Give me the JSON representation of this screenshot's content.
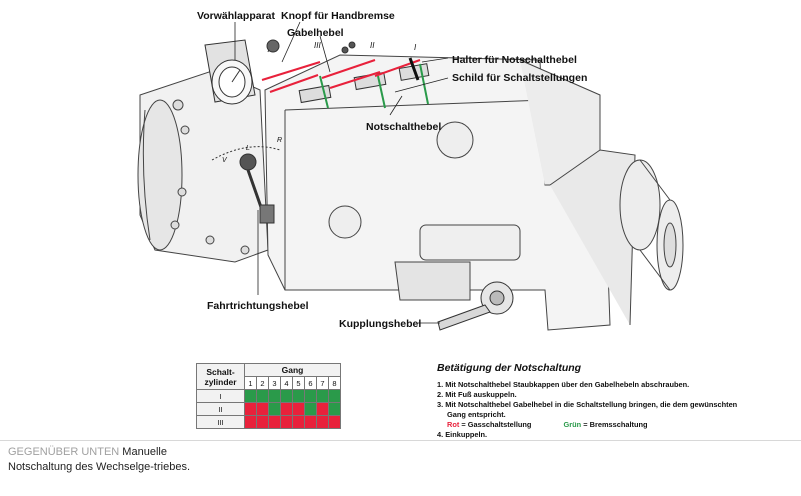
{
  "labels": {
    "vorwaehlapparat": "Vorwählapparat",
    "knopf_handbremse": "Knopf für Handbremse",
    "gabelhebel": "Gabelhebel",
    "halter": "Halter für Notschalthebel",
    "schild": "Schild für Schaltstellungen",
    "notschalthebel": "Notschalthebel",
    "fahrtrichtungshebel": "Fahrtrichtungshebel",
    "kupplungshebel": "Kupplungshebel"
  },
  "fork_marks": [
    "III",
    "II",
    "I"
  ],
  "lever_marks": [
    "V",
    "L",
    "R"
  ],
  "table": {
    "row_header": "Schalt-\nzylinder",
    "col_group": "Gang",
    "gears": [
      "1",
      "2",
      "3",
      "4",
      "5",
      "6",
      "7",
      "8"
    ],
    "rows": [
      {
        "label": "I",
        "cells": [
          "g",
          "g",
          "g",
          "g",
          "g",
          "g",
          "g",
          "g"
        ]
      },
      {
        "label": "II",
        "cells": [
          "r",
          "r",
          "g",
          "r",
          "r",
          "g",
          "r",
          "g"
        ]
      },
      {
        "label": "III",
        "cells": [
          "r",
          "r",
          "r",
          "r",
          "r",
          "r",
          "r",
          "r"
        ]
      }
    ]
  },
  "instructions": {
    "title": "Betätigung der Notschaltung",
    "steps": [
      "1. Mit Notschalthebel Staubkappen über den Gabelhebeln abschrauben.",
      "2. Mit Fuß auskuppeln.",
      "3. Mit Notschalthebel Gabelhebel in die Schaltstellung bringen, die dem gewünschten",
      "Gang entspricht.",
      "4. Einkuppeln."
    ],
    "legend_red_word": "Rot",
    "legend_red_text": " = Gasschaltstellung",
    "legend_green_word": "Grün",
    "legend_green_text": " = Bremsschaltung"
  },
  "caption": {
    "lead": "GEGENÜBER UNTEN",
    "text": " Manuelle Notschaltung des Wechselge-triebes."
  },
  "colors": {
    "red": "#e8213b",
    "green": "#2a9a4a"
  }
}
